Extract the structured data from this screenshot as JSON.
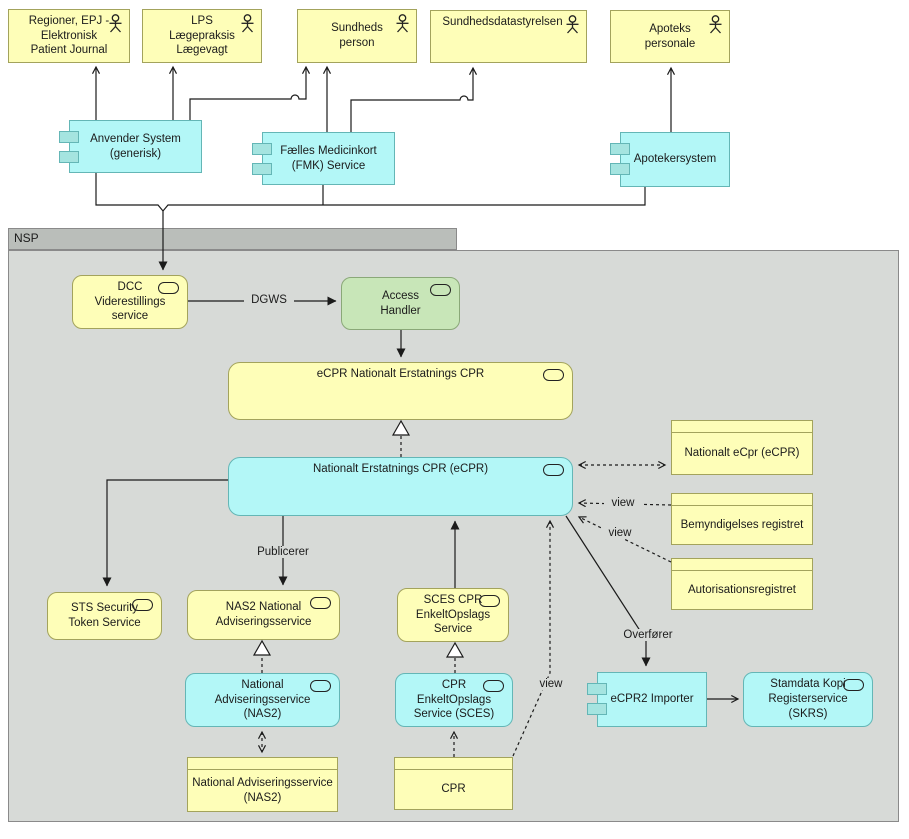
{
  "group": {
    "label": "NSP"
  },
  "nodes": {
    "regioner": {
      "label": "Regioner, EPJ -\nElektronisk\nPatient Journal"
    },
    "lps": {
      "label": "LPS\nLægepraksis\nLægevagt"
    },
    "sundhedsperson": {
      "label": "Sundheds\nperson"
    },
    "sundhedsdatastyrelsen": {
      "label": "Sundhedsdatastyrelsen"
    },
    "apotekspersonale": {
      "label": "Apoteks\npersonale"
    },
    "anvender": {
      "label": "Anvender System\n(generisk)"
    },
    "fmk": {
      "label": "Fælles Medicinkort\n(FMK) Service"
    },
    "apotekersystem": {
      "label": "Apotekersystem"
    },
    "dcc": {
      "label": "DCC\nViderestillings\nservice"
    },
    "accesshandler": {
      "label": "Access\nHandler"
    },
    "ecpr_service": {
      "label": "eCPR Nationalt Erstatnings CPR"
    },
    "ecpr_app": {
      "label": "Nationalt Erstatnings CPR (eCPR)"
    },
    "nat_ecpr": {
      "label": "Nationalt eCpr (eCPR)"
    },
    "bemyndigelse": {
      "label": "Bemyndigelses registret"
    },
    "autorisation": {
      "label": "Autorisationsregistret"
    },
    "sts": {
      "label": "STS Security\nToken Service"
    },
    "nas2_service": {
      "label": "NAS2 National\nAdviseringsservice"
    },
    "sces_service": {
      "label": "SCES CPR\nEnkeltOpslags\nService"
    },
    "nas2_app": {
      "label": "National\nAdviseringsservice\n(NAS2)"
    },
    "sces_app": {
      "label": "CPR\nEnkeltOpslags\nService (SCES)"
    },
    "nas2_data": {
      "label": "National Adviseringsservice\n(NAS2)"
    },
    "cpr_data": {
      "label": "CPR"
    },
    "ecpr2_importer": {
      "label": "eCPR2 Importer"
    },
    "skrs": {
      "label": "Stamdata Kopi\nRegisterservice\n(SKRS)"
    }
  },
  "edge_labels": {
    "dgws": "DGWS",
    "publicerer": "Publicerer",
    "view_bemyndigelse": "view",
    "view_autorisation": "view",
    "view_cpr": "view",
    "overfoerer": "Overfører"
  },
  "colors": {
    "actor_fill": "#FEFEB8",
    "actor_border": "#A3A35C",
    "application_fill": "#B3F7F7",
    "application_border": "#64B6B6",
    "infrastructure_fill": "#C8E6B8",
    "infrastructure_border": "#8AA878",
    "group_tab": "#BABEBA",
    "group_body": "#D7DAD7",
    "line": "#1b1b1b"
  }
}
